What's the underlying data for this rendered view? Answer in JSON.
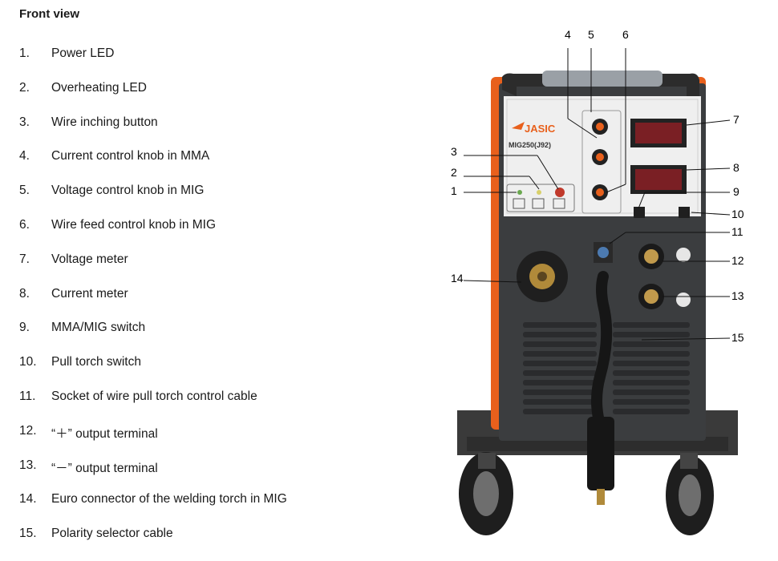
{
  "heading": "Front view",
  "items": [
    {
      "num": "1.",
      "label": "Power LED"
    },
    {
      "num": "2.",
      "label": "Overheating LED"
    },
    {
      "num": "3.",
      "label": "Wire inching button"
    },
    {
      "num": "4.",
      "label": "Current control knob in MMA"
    },
    {
      "num": "5.",
      "label": "Voltage control knob in MIG"
    },
    {
      "num": "6.",
      "label": "Wire feed control knob in MIG"
    },
    {
      "num": "7.",
      "label": "Voltage meter"
    },
    {
      "num": "8.",
      "label": "Current meter"
    },
    {
      "num": "9.",
      "label": "MMA/MIG switch"
    },
    {
      "num": "10.",
      "label": "Pull torch switch"
    },
    {
      "num": "11.",
      "label": "Socket of wire pull torch control cable"
    },
    {
      "num": "12.",
      "label": "“＋” output terminal"
    },
    {
      "num": "13.",
      "label": "“－” output terminal"
    },
    {
      "num": "14.",
      "label": "Euro connector of the welding torch in MIG"
    },
    {
      "num": "15.",
      "label": "Polarity selector cable"
    }
  ],
  "machine": {
    "brand": "JASIC",
    "model": "MIG250(J92)",
    "body_color": "#3b3d3f",
    "accent_color": "#e8601c"
  },
  "callouts": [
    "1",
    "2",
    "3",
    "4",
    "5",
    "6",
    "7",
    "8",
    "9",
    "10",
    "11",
    "12",
    "13",
    "14",
    "15"
  ]
}
